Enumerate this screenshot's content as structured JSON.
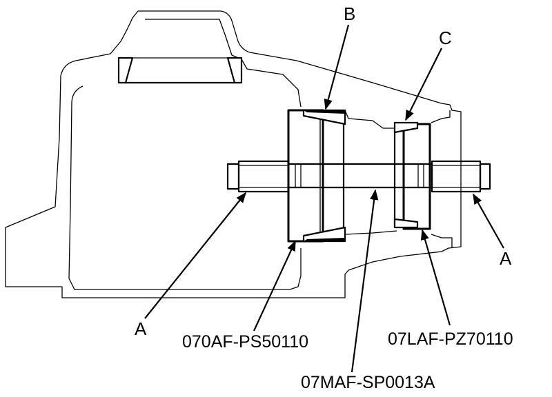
{
  "diagram": {
    "callouts": {
      "a_left": "A",
      "a_right": "A",
      "b": "B",
      "c": "C"
    },
    "tool_numbers": {
      "left": "070AF-PS50110",
      "center": "07MAF-SP0013A",
      "right": "07LAF-PZ70110"
    }
  }
}
